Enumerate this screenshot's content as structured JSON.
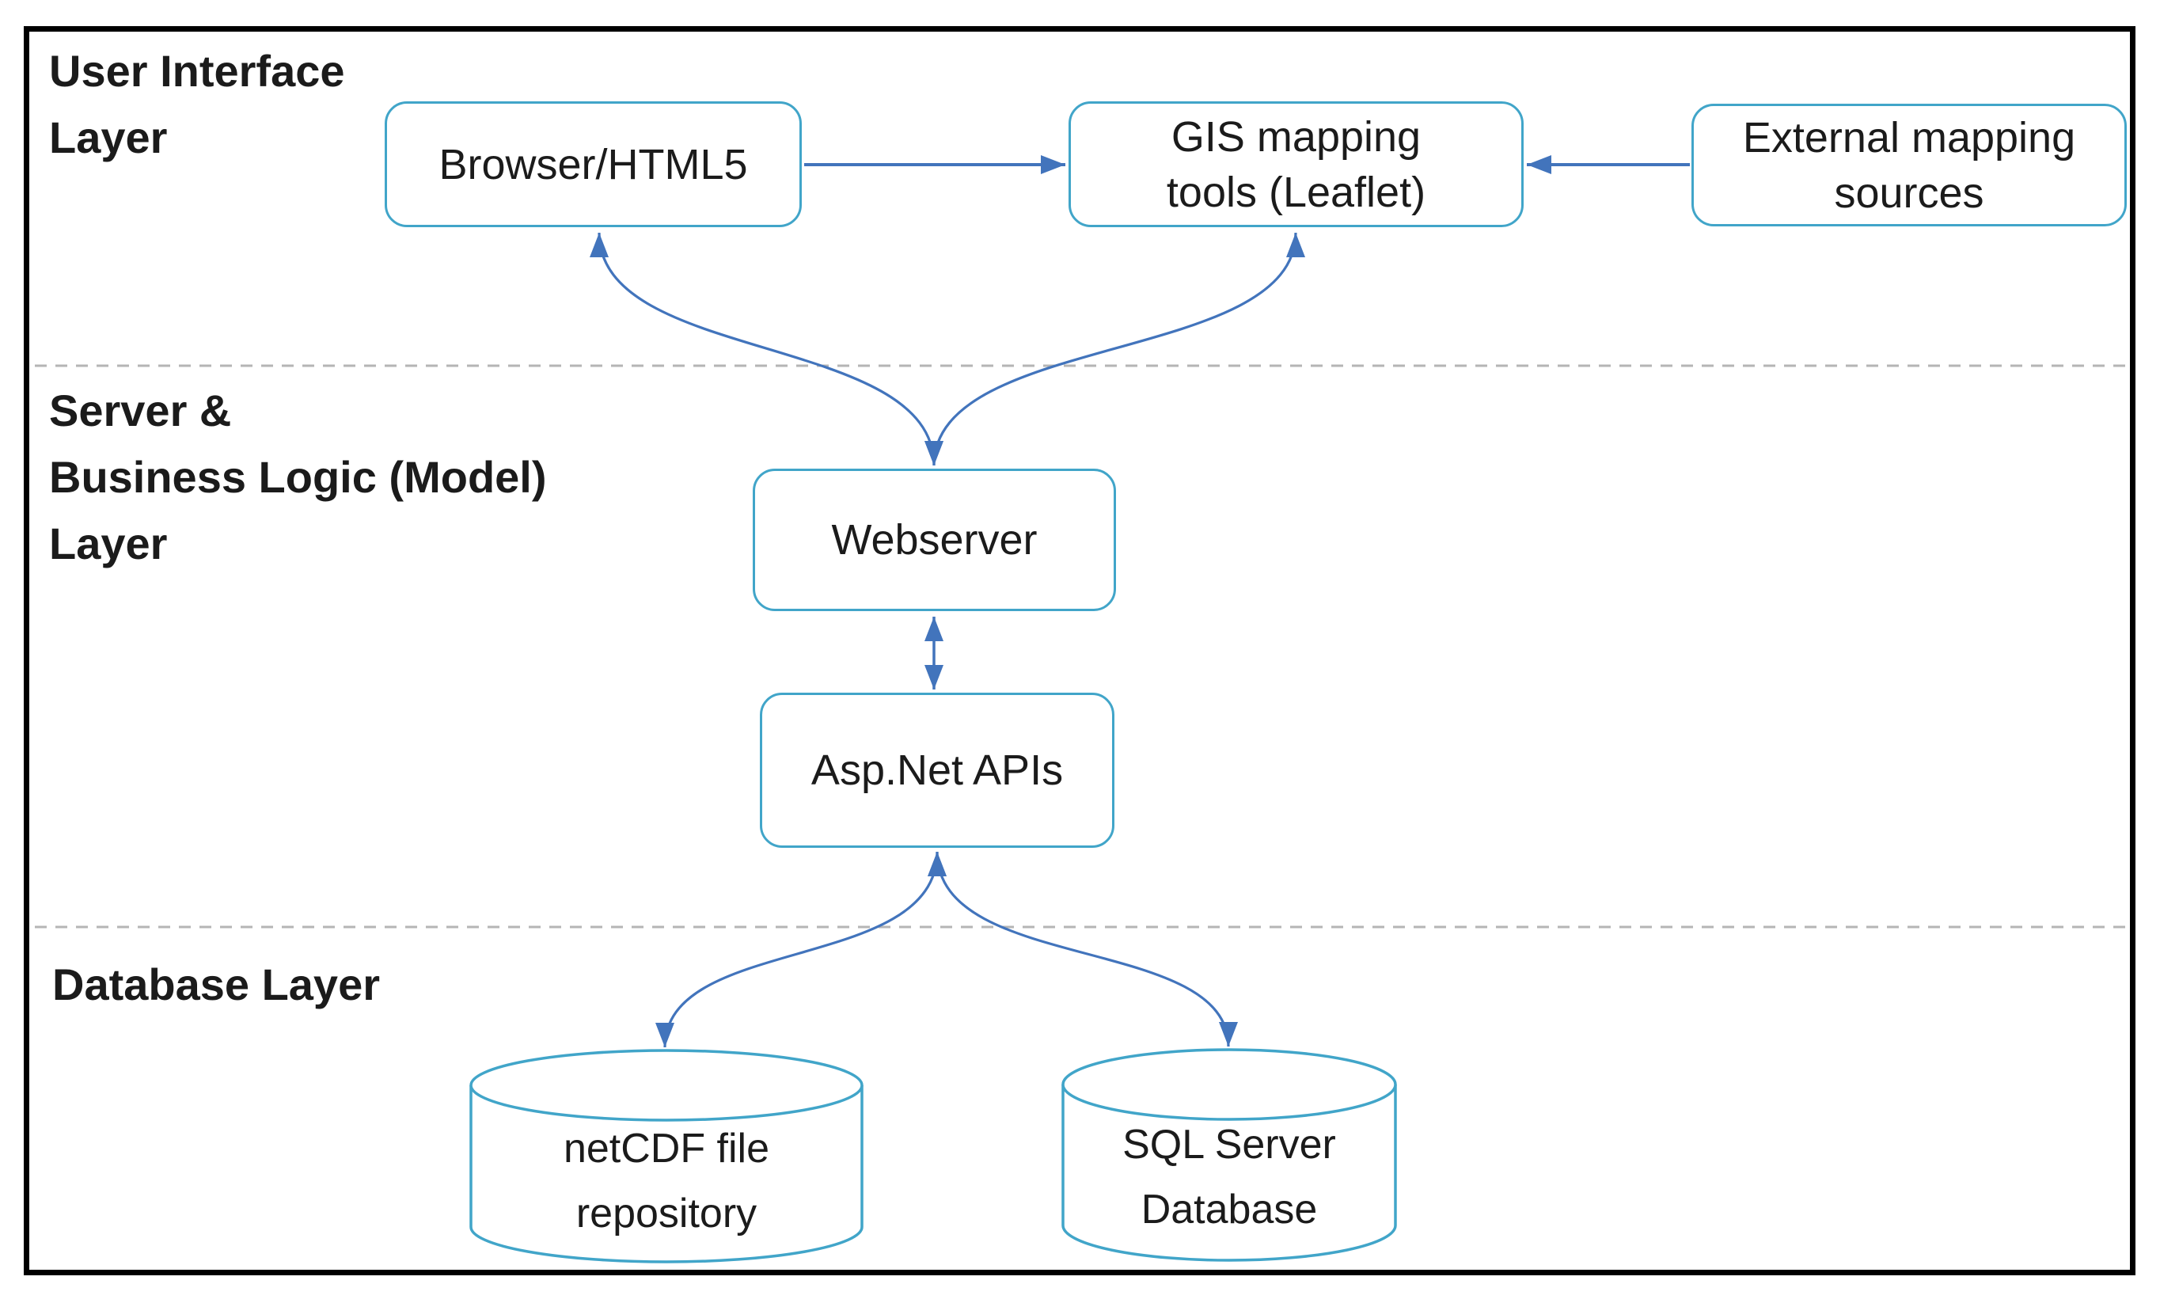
{
  "layers": {
    "ui": {
      "lines": [
        "User Interface",
        "Layer"
      ]
    },
    "server": {
      "lines": [
        "Server &",
        "Business Logic (Model)",
        "Layer"
      ]
    },
    "database": {
      "lines": [
        "Database Layer"
      ]
    }
  },
  "nodes": {
    "browser": {
      "lines": [
        "Browser/HTML5"
      ]
    },
    "gis": {
      "lines": [
        "GIS mapping",
        "tools (Leaflet)"
      ]
    },
    "external": {
      "lines": [
        "External mapping",
        "sources"
      ]
    },
    "webserver": {
      "lines": [
        "Webserver"
      ]
    },
    "aspnet": {
      "lines": [
        "Asp.Net APIs"
      ]
    },
    "netcdf": {
      "lines": [
        "netCDF file",
        "repository"
      ]
    },
    "sql": {
      "lines": [
        "SQL Server",
        "Database"
      ]
    }
  },
  "connections": [
    {
      "from": "Browser/HTML5",
      "to": "GIS mapping tools (Leaflet)",
      "direction": "one-way"
    },
    {
      "from": "External mapping sources",
      "to": "GIS mapping tools (Leaflet)",
      "direction": "one-way"
    },
    {
      "from": "Browser/HTML5",
      "to": "Webserver",
      "direction": "two-way"
    },
    {
      "from": "GIS mapping tools (Leaflet)",
      "to": "Webserver",
      "direction": "two-way"
    },
    {
      "from": "Webserver",
      "to": "Asp.Net APIs",
      "direction": "two-way"
    },
    {
      "from": "Asp.Net APIs",
      "to": "netCDF file repository",
      "direction": "two-way"
    },
    {
      "from": "Asp.Net APIs",
      "to": "SQL Server Database",
      "direction": "two-way"
    }
  ],
  "colors": {
    "background": "#ffffff",
    "outer_border": "#000000",
    "node_border": "#41a5c9",
    "arrow": "#4274bc",
    "dashed_divider": "#b5b5b5",
    "text": "#1b1b1b"
  }
}
